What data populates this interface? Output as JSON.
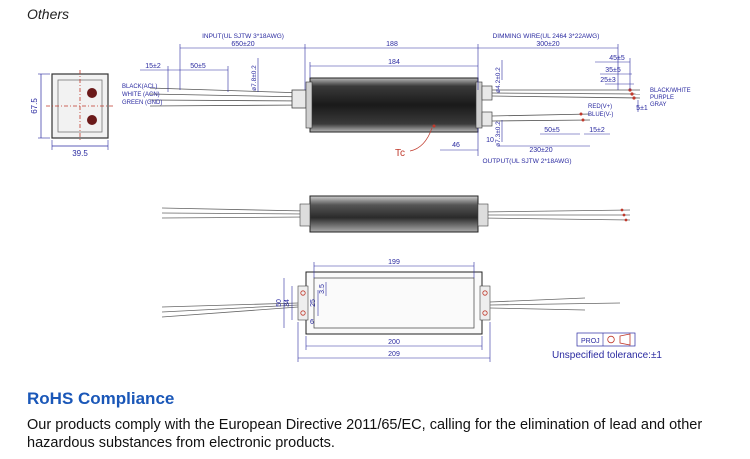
{
  "section_title": "Others",
  "drawing": {
    "input_label": "INPUT(UL SJTW 3*18AWG)",
    "dim_650": "650±20",
    "dim_188": "188",
    "dim_184": "184",
    "dim_15": "15±2",
    "dim_50": "50±5",
    "dim_7_8": "ø7.8±0.2",
    "dim_4_2": "ø4.2±0.2",
    "dim_7_3": "ø7.3±0.2",
    "dimming_label": "DIMMING WIRE(UL 2464 3*22AWG)",
    "dim_300": "300±20",
    "dim_45": "45±5",
    "dim_35": "35±5",
    "dim_25": "25±3",
    "dim_5": "5±1",
    "black_white": "BLACK/WHITE",
    "purple": "PURPLE",
    "gray": "GRAY",
    "red_v": "RED(V+)",
    "blue_v": "BLUE(V-)",
    "dim_50b": "50±5",
    "dim_15b": "15±2",
    "dim_230": "230±20",
    "dim_10": "10",
    "dim_46": "46",
    "output_label": "OUTPUT(UL SJTW 2*18AWG)",
    "tc": "Tc",
    "black_acl": "BLACK(ACL)",
    "white_acn": "WHITE (ACN)",
    "green_gnd": "GREEN (GND)",
    "dim_67_5": "67.5",
    "dim_39_5": "39.5",
    "dim_199": "199",
    "dim_200": "200",
    "dim_209": "209",
    "dim_50v": "50",
    "dim_34": "34",
    "dim_25v": "25",
    "dim_6": "6",
    "dim_3_5": "3.5",
    "proj": "PROJ",
    "tolerance": "Unspecified tolerance:±1"
  },
  "rohs": {
    "title": "RoHS Compliance",
    "text": "Our products comply with the European Directive 2011/65/EC, calling for the elimination of lead and other hazardous substances from electronic products."
  }
}
